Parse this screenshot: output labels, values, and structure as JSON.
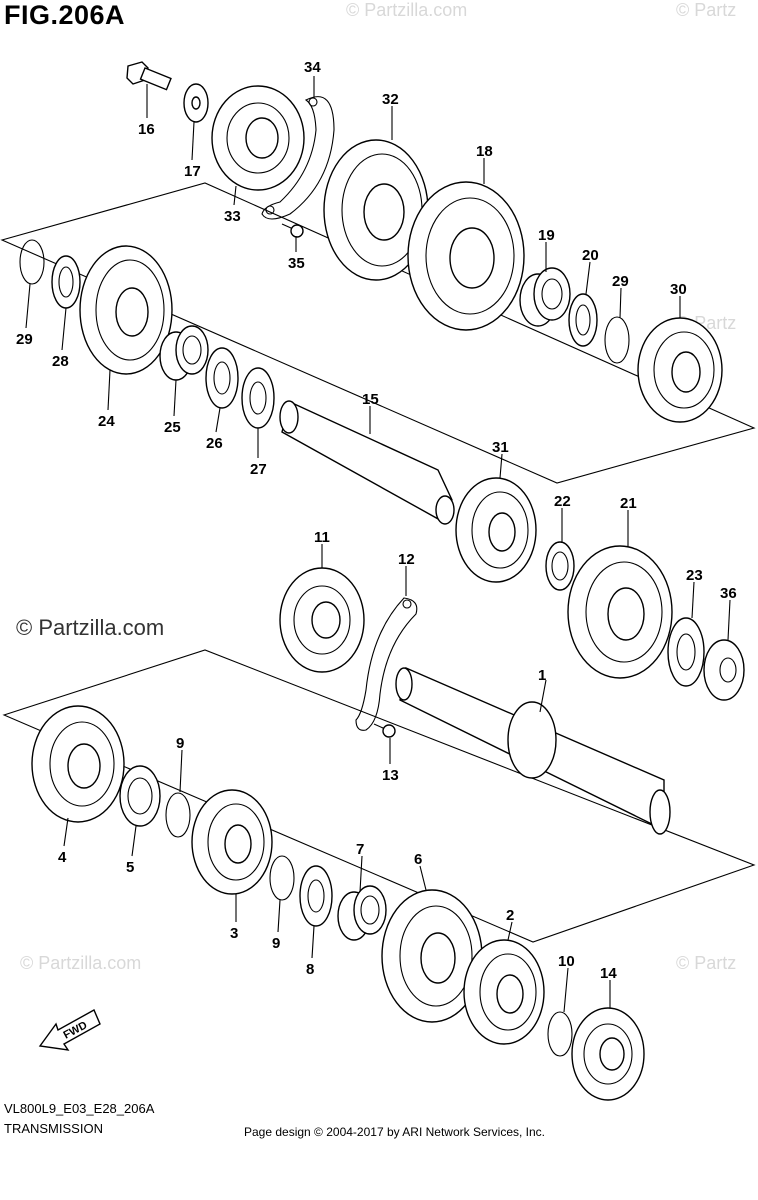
{
  "figure": {
    "title": "FIG.206A",
    "model_code": "VL800L9_E03_E28_206A",
    "section": "TRANSMISSION",
    "copyright": "Page design © 2004-2017 by ARI Network Services, Inc."
  },
  "watermark": {
    "main": "© Partzilla.com",
    "corner_top_center": "© Partzilla.com",
    "corner_top_right": "© Partz",
    "corner_mid_right": "© Partz",
    "corner_bottom_left": "© Partzilla.com",
    "corner_bottom_right": "© Partz"
  },
  "direction_label": "FWD",
  "callouts": [
    "1",
    "2",
    "3",
    "4",
    "5",
    "6",
    "7",
    "8",
    "9",
    "9",
    "10",
    "11",
    "12",
    "13",
    "14",
    "15",
    "16",
    "17",
    "18",
    "19",
    "20",
    "21",
    "22",
    "23",
    "24",
    "25",
    "26",
    "27",
    "28",
    "29",
    "29",
    "30",
    "31",
    "32",
    "33",
    "34",
    "35",
    "36"
  ]
}
